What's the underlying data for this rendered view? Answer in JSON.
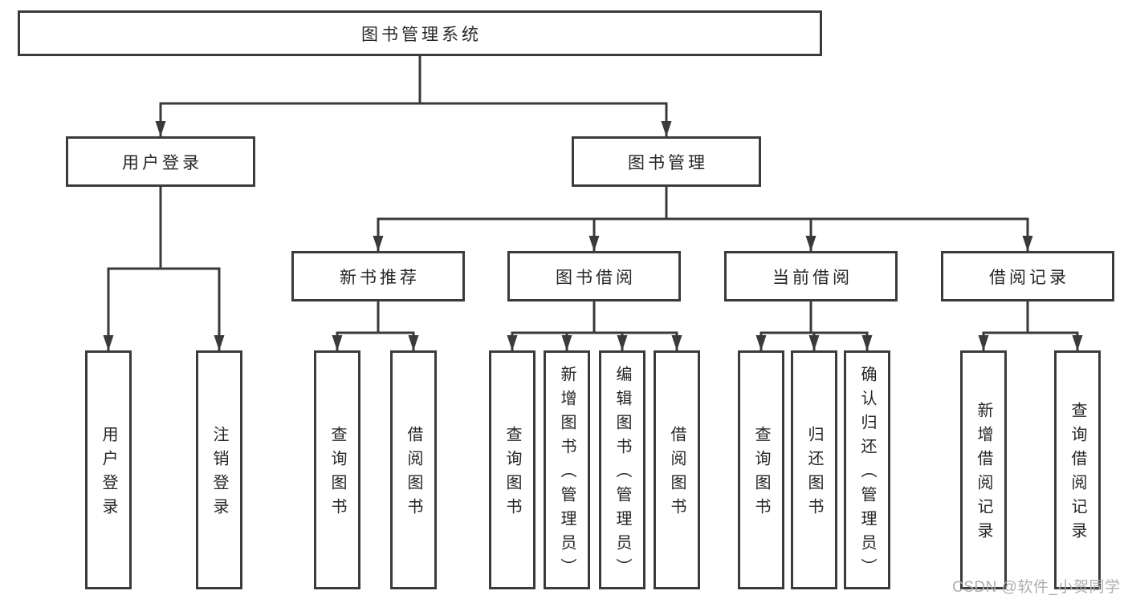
{
  "diagram": {
    "title": "图书管理系统",
    "user_login": {
      "label": "用户登录",
      "children": [
        {
          "label": "用户登录"
        },
        {
          "label": "注销登录"
        }
      ]
    },
    "book_management": {
      "label": "图书管理",
      "sections": [
        {
          "label": "新书推荐",
          "children": [
            {
              "label": "查询图书"
            },
            {
              "label": "借阅图书"
            }
          ]
        },
        {
          "label": "图书借阅",
          "children": [
            {
              "label": "查询图书"
            },
            {
              "label": "新增图书（管理员）"
            },
            {
              "label": "编辑图书（管理员）"
            },
            {
              "label": "借阅图书"
            }
          ]
        },
        {
          "label": "当前借阅",
          "children": [
            {
              "label": "查询图书"
            },
            {
              "label": "归还图书"
            },
            {
              "label": "确认归还（管理员）"
            }
          ]
        },
        {
          "label": "借阅记录",
          "children": [
            {
              "label": "新增借阅记录"
            },
            {
              "label": "查询借阅记录"
            }
          ]
        }
      ]
    }
  },
  "watermark": {
    "text": "CSDN @软件_小贺同学"
  },
  "colors": {
    "line": "#3a3a3a",
    "box_border": "#3b3b3b",
    "text": "#262626",
    "watermark": "#aeaeae",
    "background": "#ffffff"
  }
}
